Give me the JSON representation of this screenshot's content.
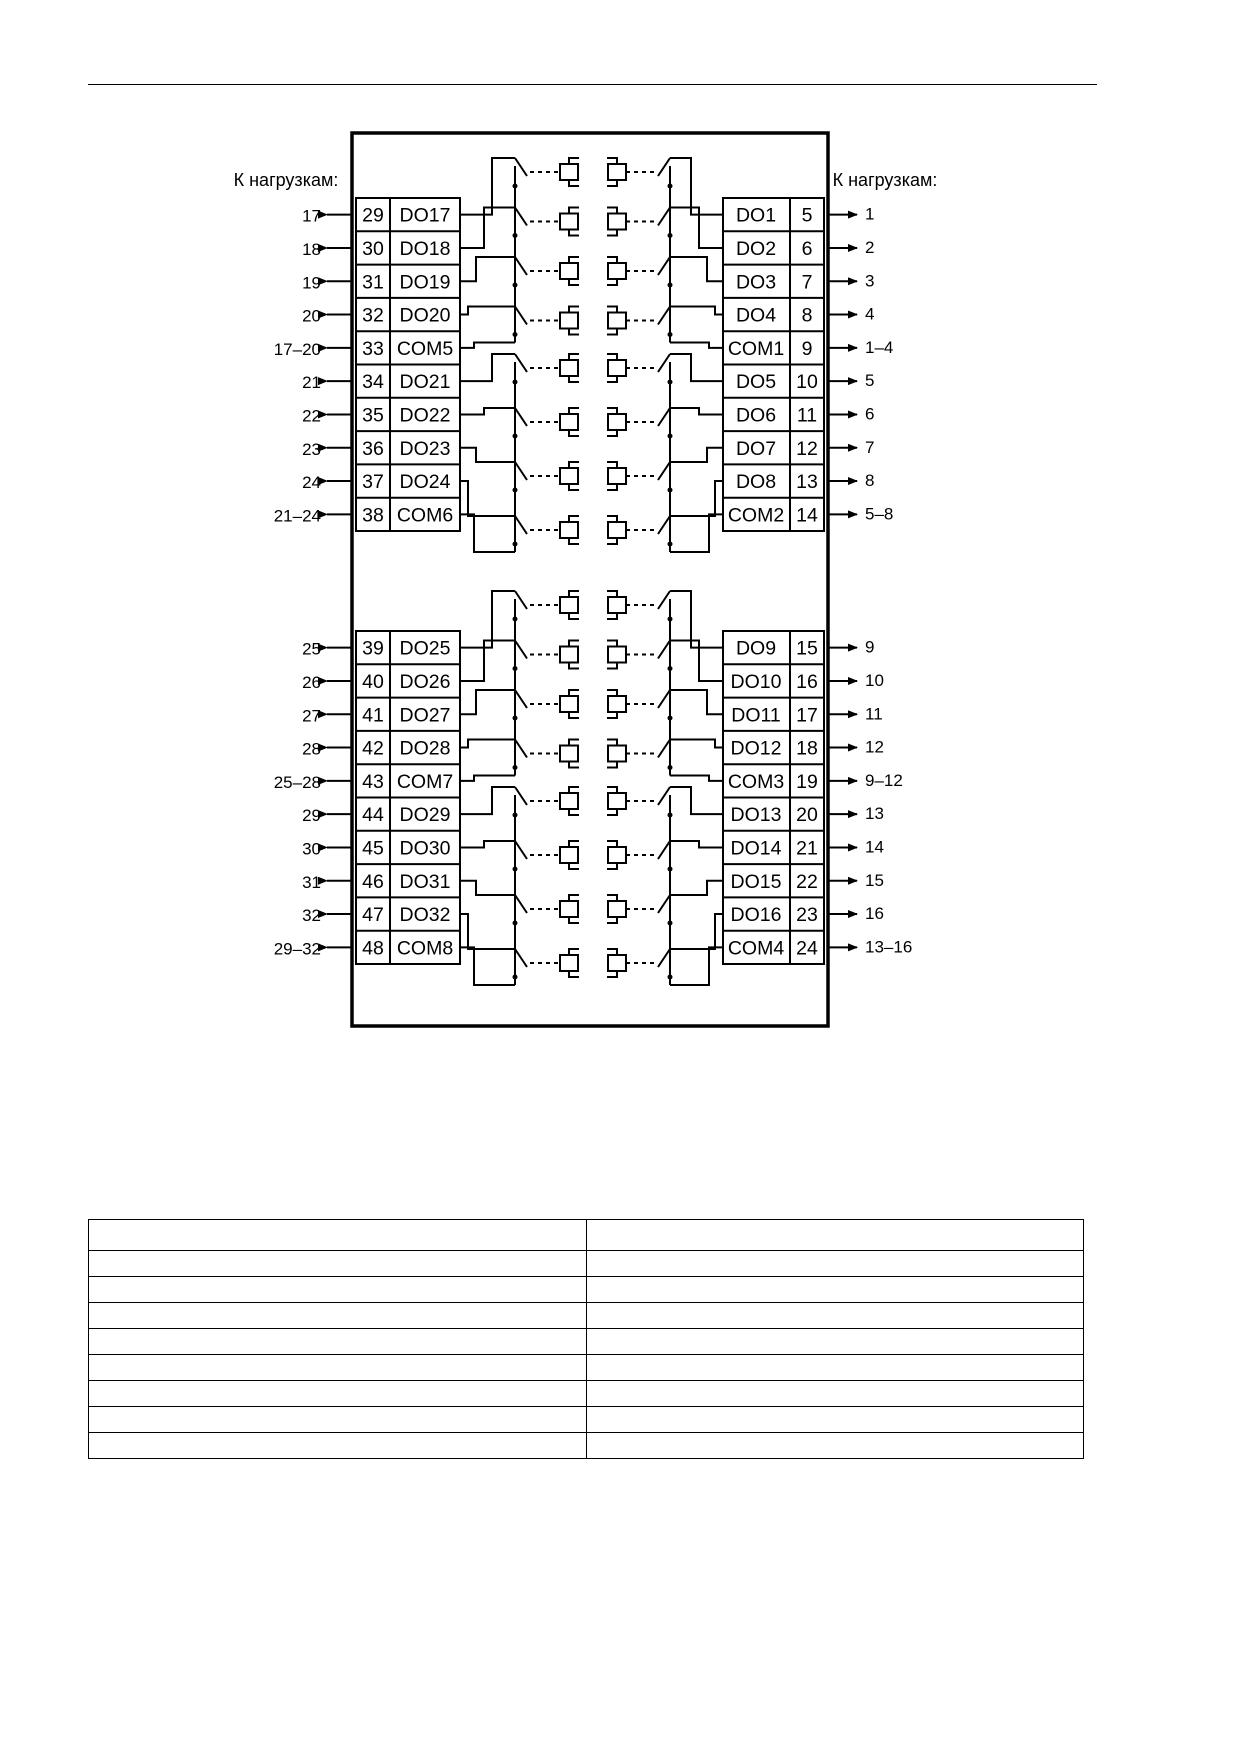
{
  "header_left": "К нагрузкам:",
  "header_right": "К нагрузкам:",
  "blocks": [
    {
      "left": [
        {
          "ext": "17",
          "num": "29",
          "name": "DO17"
        },
        {
          "ext": "18",
          "num": "30",
          "name": "DO18"
        },
        {
          "ext": "19",
          "num": "31",
          "name": "DO19"
        },
        {
          "ext": "20",
          "num": "32",
          "name": "DO20"
        },
        {
          "ext": "17–20",
          "num": "33",
          "name": "COM5"
        },
        {
          "ext": "21",
          "num": "34",
          "name": "DO21"
        },
        {
          "ext": "22",
          "num": "35",
          "name": "DO22"
        },
        {
          "ext": "23",
          "num": "36",
          "name": "DO23"
        },
        {
          "ext": "24",
          "num": "37",
          "name": "DO24"
        },
        {
          "ext": "21–24",
          "num": "38",
          "name": "COM6"
        }
      ],
      "right": [
        {
          "name": "DO1",
          "num": "5",
          "ext": "1"
        },
        {
          "name": "DO2",
          "num": "6",
          "ext": "2"
        },
        {
          "name": "DO3",
          "num": "7",
          "ext": "3"
        },
        {
          "name": "DO4",
          "num": "8",
          "ext": "4"
        },
        {
          "name": "COM1",
          "num": "9",
          "ext": "1–4"
        },
        {
          "name": "DO5",
          "num": "10",
          "ext": "5"
        },
        {
          "name": "DO6",
          "num": "11",
          "ext": "6"
        },
        {
          "name": "DO7",
          "num": "12",
          "ext": "7"
        },
        {
          "name": "DO8",
          "num": "13",
          "ext": "8"
        },
        {
          "name": "COM2",
          "num": "14",
          "ext": "5–8"
        }
      ]
    },
    {
      "left": [
        {
          "ext": "25",
          "num": "39",
          "name": "DO25"
        },
        {
          "ext": "26",
          "num": "40",
          "name": "DO26"
        },
        {
          "ext": "27",
          "num": "41",
          "name": "DO27"
        },
        {
          "ext": "28",
          "num": "42",
          "name": "DO28"
        },
        {
          "ext": "25–28",
          "num": "43",
          "name": "COM7"
        },
        {
          "ext": "29",
          "num": "44",
          "name": "DO29"
        },
        {
          "ext": "30",
          "num": "45",
          "name": "DO30"
        },
        {
          "ext": "31",
          "num": "46",
          "name": "DO31"
        },
        {
          "ext": "32",
          "num": "47",
          "name": "DO32"
        },
        {
          "ext": "29–32",
          "num": "48",
          "name": "COM8"
        }
      ],
      "right": [
        {
          "name": "DO9",
          "num": "15",
          "ext": "9"
        },
        {
          "name": "DO10",
          "num": "16",
          "ext": "10"
        },
        {
          "name": "DO11",
          "num": "17",
          "ext": "11"
        },
        {
          "name": "DO12",
          "num": "18",
          "ext": "12"
        },
        {
          "name": "COM3",
          "num": "19",
          "ext": "9–12"
        },
        {
          "name": "DO13",
          "num": "20",
          "ext": "13"
        },
        {
          "name": "DO14",
          "num": "21",
          "ext": "14"
        },
        {
          "name": "DO15",
          "num": "22",
          "ext": "15"
        },
        {
          "name": "DO16",
          "num": "23",
          "ext": "16"
        },
        {
          "name": "COM4",
          "num": "24",
          "ext": "13–16"
        }
      ]
    }
  ],
  "table": {
    "rows": [
      [
        "",
        ""
      ],
      [
        "",
        ""
      ],
      [
        "",
        ""
      ],
      [
        "",
        ""
      ],
      [
        "",
        ""
      ],
      [
        "",
        ""
      ],
      [
        "",
        ""
      ],
      [
        "",
        ""
      ],
      [
        "",
        ""
      ]
    ]
  }
}
